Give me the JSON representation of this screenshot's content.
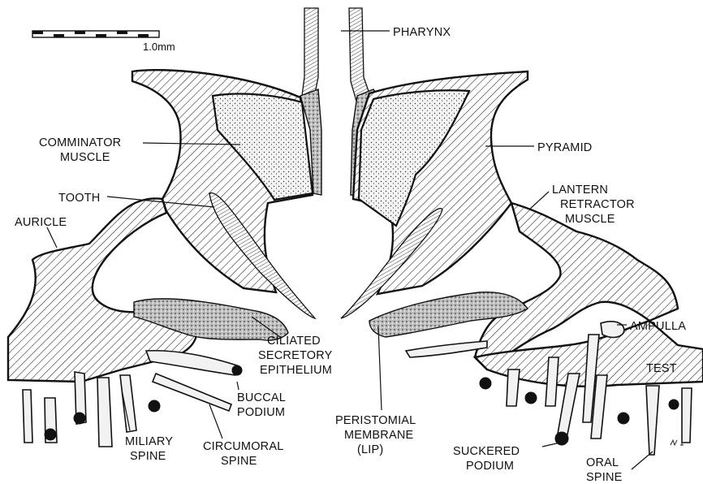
{
  "scale_bar": {
    "label": "1.0mm"
  },
  "labels": {
    "pharynx": "PHARYNX",
    "comminator_muscle": [
      "COMMINATOR",
      "MUSCLE"
    ],
    "pyramid": "PYRAMID",
    "tooth": "TOOTH",
    "lantern_retractor_muscle": [
      "LANTERN",
      "RETRACTOR",
      "MUSCLE"
    ],
    "auricle": "AURICLE",
    "ampulla": "AMPULLA",
    "ciliated_secretory_epithelium": [
      "CILIATED",
      "SECRETORY",
      "EPITHELIUM"
    ],
    "test": "TEST",
    "buccal_podium": [
      "BUCCAL",
      "PODIUM"
    ],
    "peristomial_membrane": [
      "PERISTOMIAL",
      "MEMBRANE",
      "(LIP)"
    ],
    "miliary_spine": [
      "MILIARY",
      "SPINE"
    ],
    "circumoral_spine": [
      "CIRCUMORAL",
      "SPINE"
    ],
    "suckered_podium": [
      "SUCKERED",
      "PODIUM"
    ],
    "oral_spine": [
      "ORAL",
      "SPINE"
    ]
  }
}
